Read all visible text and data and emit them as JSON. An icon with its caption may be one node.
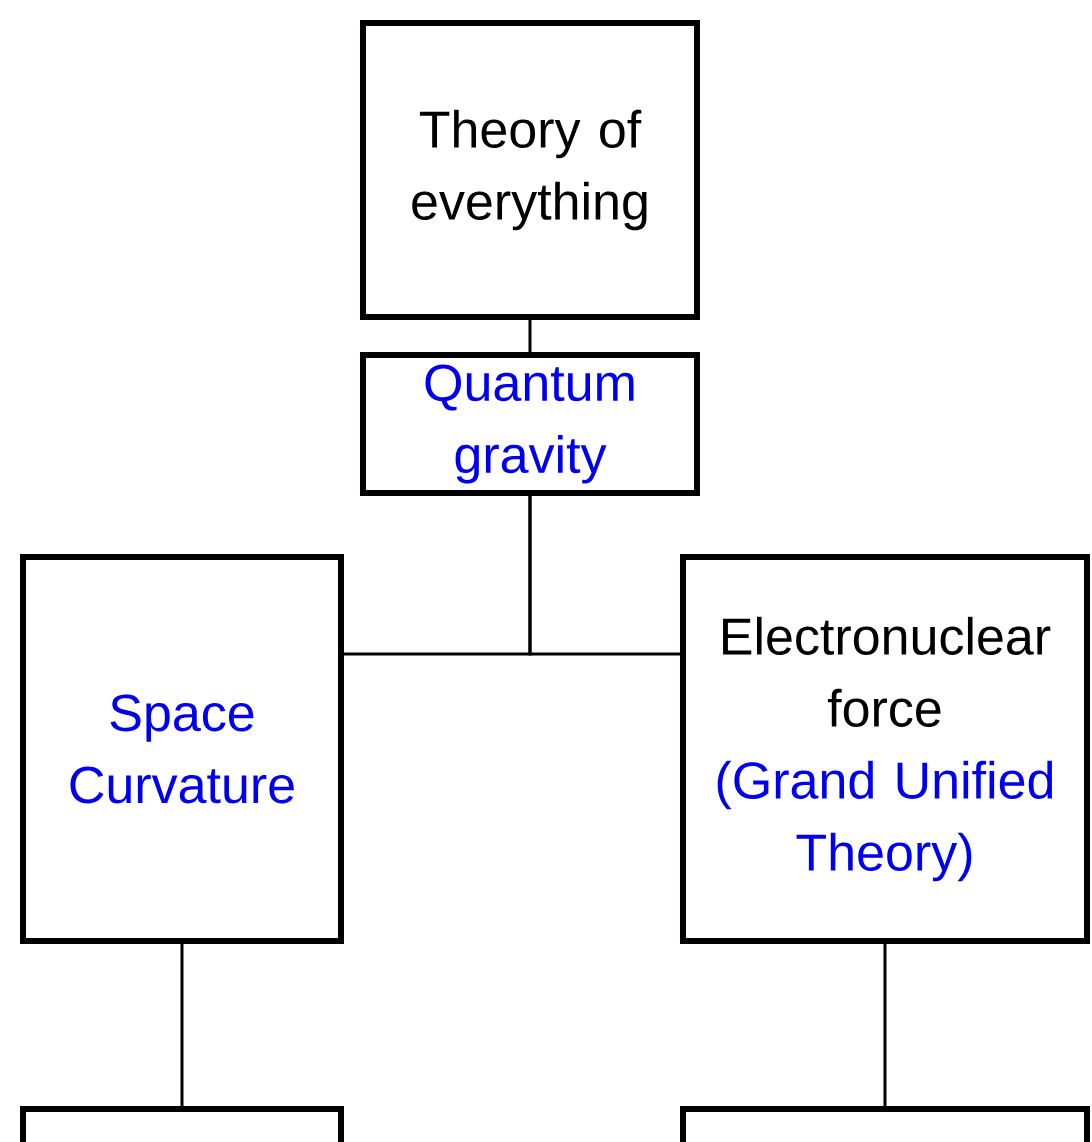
{
  "diagram": {
    "nodes": [
      {
        "text": [
          "Theory of everything"
        ]
      },
      {
        "text": [
          "Quantum gravity"
        ]
      },
      {
        "text": [
          "Space Curvature"
        ]
      },
      {
        "text": [
          "Electronuclear force",
          "(Grand Unified Theory)"
        ]
      },
      {
        "text": [],
        "shape": "box"
      },
      {
        "text": [],
        "shape": "box"
      }
    ],
    "edges": [
      {
        "from": 0,
        "to": 1,
        "arrow": "none"
      },
      {
        "from": 1,
        "to": 2,
        "arrow": "none"
      },
      {
        "from": 1,
        "to": 3,
        "arrow": "none"
      },
      {
        "from": 2,
        "to": 4,
        "arrow": "none"
      },
      {
        "from": 3,
        "to": 5,
        "arrow": "none"
      }
    ]
  }
}
